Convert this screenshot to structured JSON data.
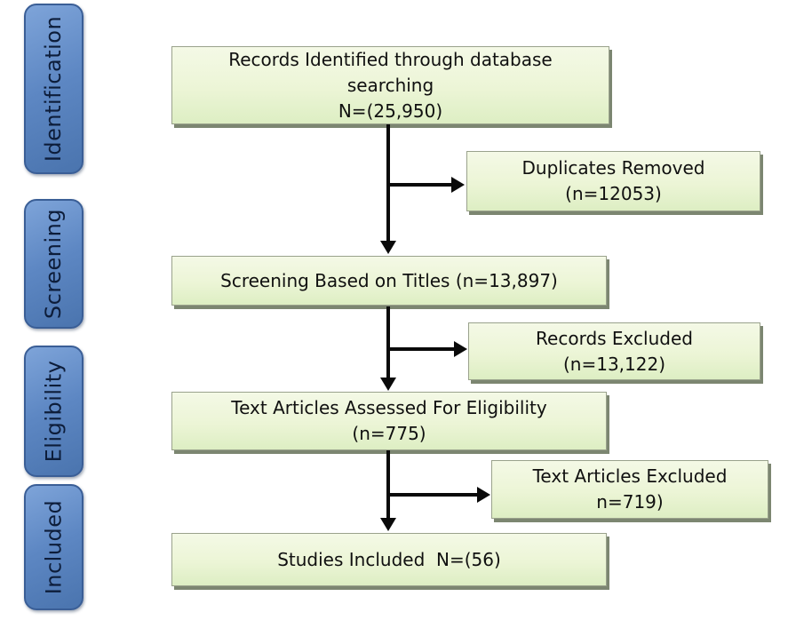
{
  "diagram": {
    "type": "prisma-flowchart",
    "colors": {
      "background": "#ffffff",
      "flow_box_fill_top": "#f4f9e6",
      "flow_box_fill_bottom": "#ddeec3",
      "flow_box_border": "#9aa28c",
      "flow_box_shadow": "#7c8671",
      "stage_fill": "#5d87c3",
      "stage_border": "#3a5e96",
      "stage_text": "#0d1d3a",
      "arrow": "#0a0a0a"
    }
  },
  "sidebar": {
    "stages": [
      {
        "label": "Identification"
      },
      {
        "label": "Screening"
      },
      {
        "label": "Eligibility"
      },
      {
        "label": "Included"
      }
    ]
  },
  "flow": {
    "boxes": [
      {
        "id": "records-identified",
        "lines": [
          "Records Identified through database",
          "searching",
          "N=(25,950)"
        ]
      },
      {
        "id": "duplicates-removed",
        "lines": [
          "Duplicates Removed",
          "(n=12053)"
        ]
      },
      {
        "id": "screening-titles",
        "lines": [
          "Screening Based on Titles (n=13,897)"
        ]
      },
      {
        "id": "records-excluded",
        "lines": [
          "Records Excluded",
          "(n=13,122)"
        ]
      },
      {
        "id": "articles-assessed",
        "lines": [
          "Text Articles Assessed For Eligibility",
          "(n=775)"
        ]
      },
      {
        "id": "articles-excluded",
        "lines": [
          "Text Articles Excluded",
          "n=719)"
        ]
      },
      {
        "id": "studies-included",
        "lines": [
          "Studies Included  N=(56)"
        ]
      }
    ]
  }
}
